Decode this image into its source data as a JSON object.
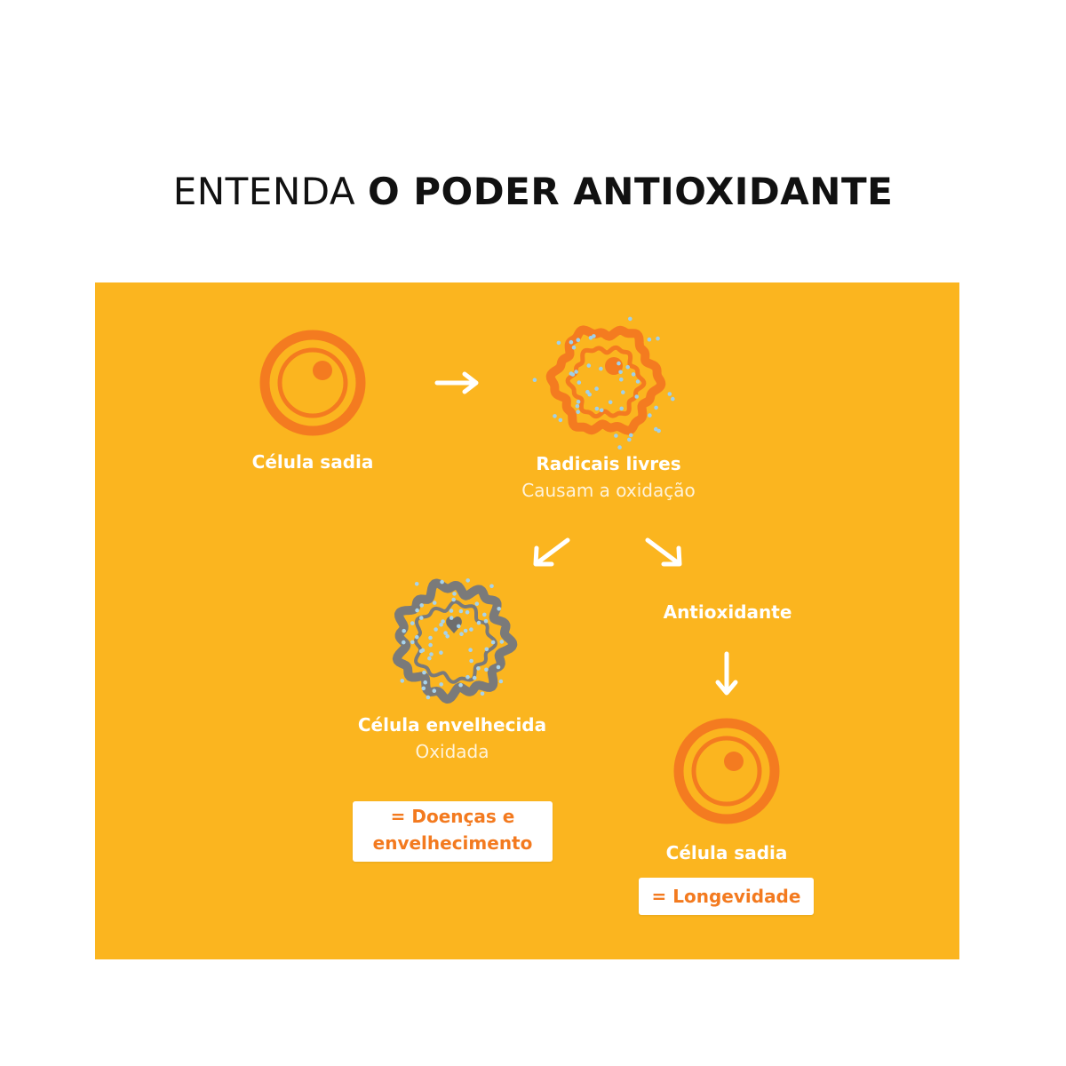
{
  "header": {
    "title_light": "ENTENDA",
    "title_bold": "O PODER ANTIOXIDANTE"
  },
  "diagram": {
    "healthy_cell_label": "Célula sadia",
    "free_radicals_label": "Radicais livres",
    "free_radicals_sub": "Causam a oxidação",
    "aged_cell_label": "Célula envelhecida",
    "aged_cell_sub": "Oxidada",
    "aged_result_line1": "= Doenças e",
    "aged_result_line2": "envelhecimento",
    "antioxidant_label": "Antioxidante",
    "healthy_cell_label_2": "Célula sadia",
    "healthy_result": "= Longevidade"
  },
  "colors": {
    "panel_background": "#fbb51f",
    "cell_orange": "#f47b20",
    "cell_gray": "#7a7a7a",
    "radical_blue": "#7fc3e8",
    "arrow_white": "#ffffff",
    "result_text": "#f37a1f"
  }
}
